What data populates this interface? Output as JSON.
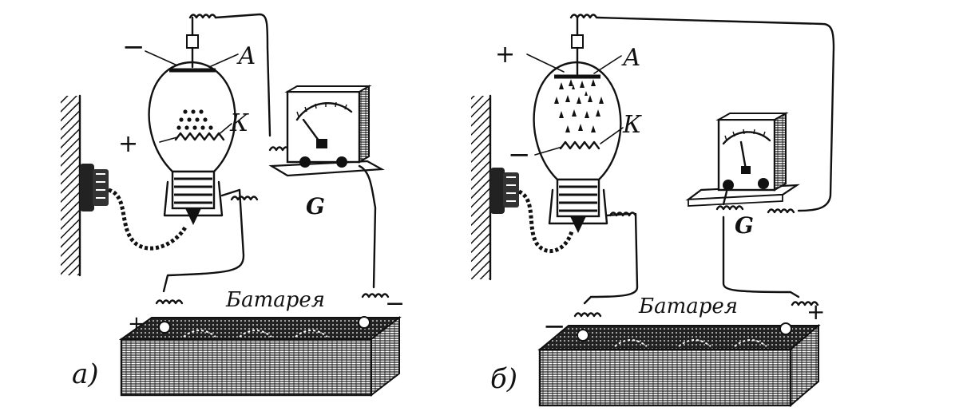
{
  "panel_a": {
    "caption": "а)",
    "anode_label": "А",
    "cathode_label": "К",
    "anode_sign": "−",
    "cathode_sign": "+",
    "galvanometer_label": "G",
    "battery_label": "Батарея",
    "battery_left_sign": "+",
    "battery_right_sign": "−"
  },
  "panel_b": {
    "caption": "б)",
    "anode_label": "А",
    "cathode_label": "К",
    "anode_sign": "+",
    "cathode_sign": "−",
    "galvanometer_label": "G",
    "battery_label": "Батарея",
    "battery_left_sign": "−",
    "battery_right_sign": "+"
  }
}
